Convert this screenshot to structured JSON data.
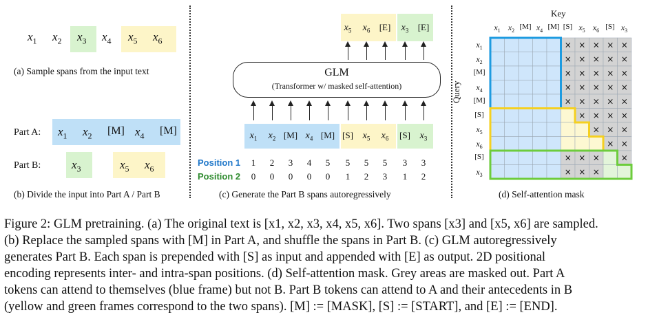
{
  "panel_a": {
    "tokens": [
      "x1",
      "x2",
      "x3",
      "x4",
      "x5",
      "x6"
    ],
    "caption": "(a)  Sample spans from the input text"
  },
  "panel_b": {
    "part_a_label": "Part A:",
    "part_b_label": "Part B:",
    "part_a_tokens": [
      "x1",
      "x2",
      "[M]",
      "x4",
      "[M]"
    ],
    "part_b_tokens": [
      "x3",
      "x5",
      "x6"
    ],
    "caption": "(b)  Divide the input into Part A / Part B"
  },
  "panel_c": {
    "glm_title": "GLM",
    "glm_subtitle": "(Transformer w/ masked self-attention)",
    "output_tokens": [
      "x5",
      "x6",
      "[E]",
      "x3",
      "[E]"
    ],
    "input_tokens": [
      "x1",
      "x2",
      "[M]",
      "x4",
      "[M]",
      "[S]",
      "x5",
      "x6",
      "[S]",
      "x3"
    ],
    "position1_label": "Position 1",
    "position2_label": "Position 2",
    "position1": [
      "1",
      "2",
      "3",
      "4",
      "5",
      "5",
      "5",
      "5",
      "3",
      "3"
    ],
    "position2": [
      "0",
      "0",
      "0",
      "0",
      "0",
      "1",
      "2",
      "3",
      "1",
      "2"
    ],
    "caption": "(c)  Generate the Part B spans autoregressively",
    "colors": {
      "position1": "#1f77c9",
      "position2": "#2e8b2e"
    }
  },
  "panel_d": {
    "key_label": "Key",
    "query_label": "Query",
    "labels": [
      "x1",
      "x2",
      "[M]",
      "x4",
      "[M]",
      "[S]",
      "x5",
      "x6",
      "[S]",
      "x3"
    ],
    "mask_symbol": "×",
    "caption": "(d)  Self-attention mask",
    "colors": {
      "blue_frame": "#1e9be0",
      "yellow_frame": "#f5d020",
      "green_frame": "#6dcc3c",
      "blue_fill": "#cfe6fb",
      "yellow_fill": "#fdf8d2",
      "green_fill": "#e3f5da",
      "masked": "#d3d3d3"
    }
  },
  "caption": {
    "figure": "Figure 2:",
    "l1": " GLM pretraining. (a) The original text is [x1, x2, x3, x4, x5, x6]. Two spans [x3] and [x5, x6] are sampled.",
    "l2": "(b) Replace the sampled spans with [M] in Part A, and shuffle the spans in Part B. (c) GLM autoregressively",
    "l3": "generates Part B. Each span is prepended with [S] as input and appended with [E] as output.  2D positional",
    "l4": "encoding represents inter- and intra-span positions.  (d) Self-attention mask. Grey areas are masked out. Part A",
    "l5": "tokens can attend to themselves (blue frame) but not B. Part B tokens can attend to A and their antecedents in B",
    "l6": "(yellow and green frames correspond to the two spans). [M] := [MASK], [S] := [START], and [E] := [END]."
  }
}
